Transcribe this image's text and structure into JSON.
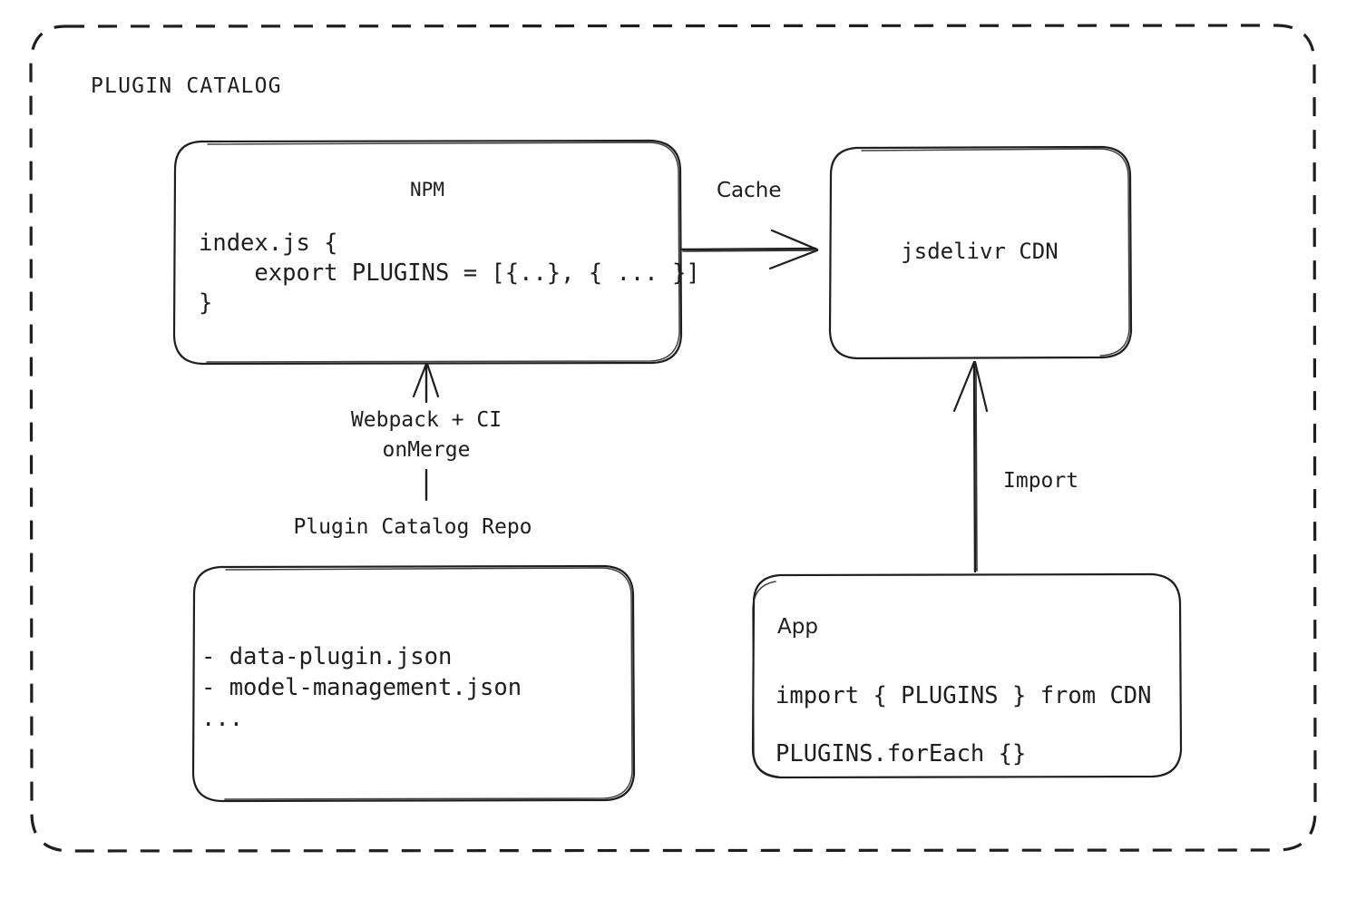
{
  "frame": {
    "title": "PLUGIN CATALOG",
    "border_style": "dashed",
    "stroke_color": "#1e1e1e",
    "background": "#ffffff"
  },
  "nodes": {
    "npm": {
      "title": "NPM",
      "code": "index.js {\n    export PLUGINS = [{..}, { ... }]\n}"
    },
    "cdn": {
      "title": "jsdelivr CDN"
    },
    "repo": {
      "title": "Plugin Catalog Repo",
      "files": "- data-plugin.json\n- model-management.json\n..."
    },
    "app": {
      "title": "App",
      "code": "import { PLUGINS } from CDN\nPLUGINS.forEach {}"
    }
  },
  "edges": {
    "cache": {
      "label": "Cache",
      "from": "npm",
      "to": "cdn",
      "direction": "right"
    },
    "webpack": {
      "label": "Webpack + CI\nonMerge",
      "from": "repo",
      "to": "npm",
      "direction": "up"
    },
    "import": {
      "label": "Import",
      "from": "app",
      "to": "cdn",
      "direction": "up"
    }
  }
}
